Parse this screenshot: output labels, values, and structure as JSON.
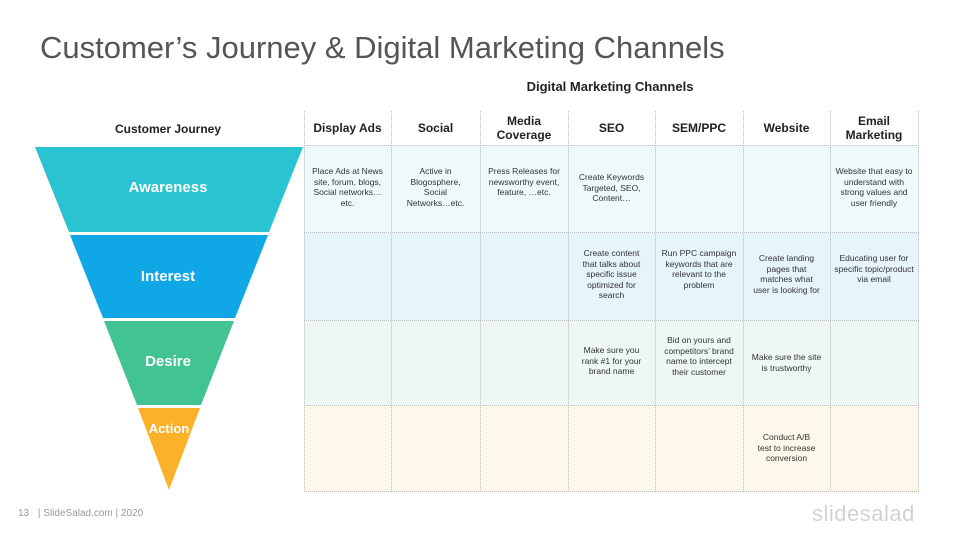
{
  "title": "Customer’s Journey & Digital Marketing Channels",
  "subtitle": "Digital Marketing Channels",
  "journey_header": "Customer Journey",
  "stages": [
    {
      "label": "Awareness",
      "color": "#29C3D1"
    },
    {
      "label": "Interest",
      "color": "#0FA7E6"
    },
    {
      "label": "Desire",
      "color": "#41C392"
    },
    {
      "label": "Action",
      "color": "#FBB12A"
    }
  ],
  "band_colors": [
    "#EEF9FB",
    "#E6F4FB",
    "#EDF8F4",
    "#FEF8EA"
  ],
  "columns": [
    "Display Ads",
    "Social",
    "Media Coverage",
    "SEO",
    "SEM/PPC",
    "Website",
    "Email Marketing"
  ],
  "cells": [
    [
      "Place Ads at News site, forum, blogs, Social networks…etc.",
      "Active in Blogosphere, Social Networks…etc.",
      "Press Releases for newsworthy event, feature, …etc.",
      "Create Keywords Targeted, SEO, Content…",
      "",
      "",
      "Website that easy to understand with strong values and user friendly"
    ],
    [
      "",
      "",
      "",
      "Create content that talks about specific issue optimized for search",
      "Run PPC campaign keywords that are relevant to the problem",
      "Create landing pages that matches what user is looking for",
      "Educating user for specific topic/product via email"
    ],
    [
      "",
      "",
      "",
      "Make sure you rank #1 for your brand name",
      "Bid on yours and competitors’ brand name to intercept their customer",
      "Make sure the site is trustworthy",
      ""
    ],
    [
      "",
      "",
      "",
      "",
      "",
      "Conduct A/B test to increase conversion",
      ""
    ]
  ],
  "footer": {
    "page": "13",
    "text": "| SlideSalad.com | 2020"
  },
  "logo": "slidesalad"
}
